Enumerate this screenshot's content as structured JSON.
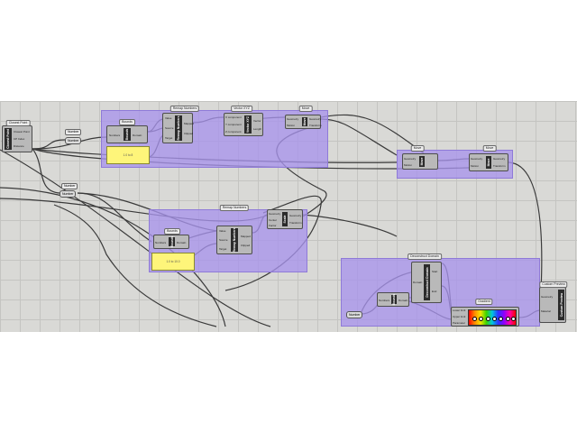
{
  "groups": {
    "map_numbers": "Remap Numbers",
    "vector_xyz": "Vector XYZ",
    "move1": "Move",
    "move2": "Move",
    "move3": "Move",
    "remap2": "Remap Numbers",
    "deconstruct_domain": "Deconstruct Domain",
    "gradient": "Gradient",
    "custom_preview": "Custom Preview"
  },
  "components": {
    "closest_point": {
      "title": "Closest Point",
      "inputs": [],
      "outputs": [
        "Closest Point",
        "CP Index",
        "Distance"
      ]
    },
    "bounds1": {
      "title": "Bounds",
      "inputs": [
        "Numbers"
      ],
      "outputs": [
        "Domain"
      ]
    },
    "remap1": {
      "title": "Remap Numbers",
      "inputs": [
        "Value",
        "Source",
        "Target"
      ],
      "outputs": [
        "Mapped",
        "Clipped"
      ]
    },
    "vector1": {
      "title": "Vector XYZ",
      "inputs": [
        "X component",
        "Y component",
        "Z component"
      ],
      "outputs": [
        "Vector",
        "Length"
      ]
    },
    "move1": {
      "title": "Move",
      "inputs": [
        "Geometry",
        "Motion"
      ],
      "outputs": [
        "Geometry",
        "Transform"
      ]
    },
    "move2": {
      "title": "Move",
      "inputs": [
        "Geometry",
        "Motion"
      ],
      "outputs": [
        "Geometry",
        "Transform"
      ]
    },
    "move3": {
      "title": "Move",
      "inputs": [
        "Geometry",
        "Motion"
      ],
      "outputs": [
        "Geometry",
        "Transform"
      ]
    },
    "bounds2": {
      "title": "Bounds",
      "inputs": [
        "Numbers"
      ],
      "outputs": [
        "Domain"
      ]
    },
    "remap2": {
      "title": "Remap Numbers",
      "inputs": [
        "Value",
        "Source",
        "Target"
      ],
      "outputs": [
        "Mapped",
        "Clipped"
      ]
    },
    "move4": {
      "title": "Scale",
      "inputs": [
        "Geometry",
        "Center",
        "Factor"
      ],
      "outputs": [
        "Geometry",
        "Transform"
      ]
    },
    "bounds3": {
      "title": "Bounds",
      "inputs": [
        "Numbers"
      ],
      "outputs": [
        "Domain"
      ]
    },
    "decon": {
      "title": "Deconstruct Domain",
      "inputs": [
        "Domain"
      ],
      "outputs": [
        "Start",
        "End"
      ]
    },
    "gradient": {
      "title": "Gradient",
      "inputs": [
        "Lower limit",
        "Upper limit",
        "Parameter"
      ],
      "outputs": []
    },
    "preview": {
      "title": "Custom Preview",
      "inputs": [
        "Geometry",
        "Material"
      ],
      "outputs": []
    }
  },
  "params": {
    "number1": "Number",
    "number2": "Number",
    "number3": "Number"
  },
  "panels": {
    "panel1": "1.0 to 8",
    "panel2": "1.0 to 10.0"
  },
  "floating_tags": {
    "t1": "Number",
    "t2": "Bounds",
    "t3": "Number"
  }
}
